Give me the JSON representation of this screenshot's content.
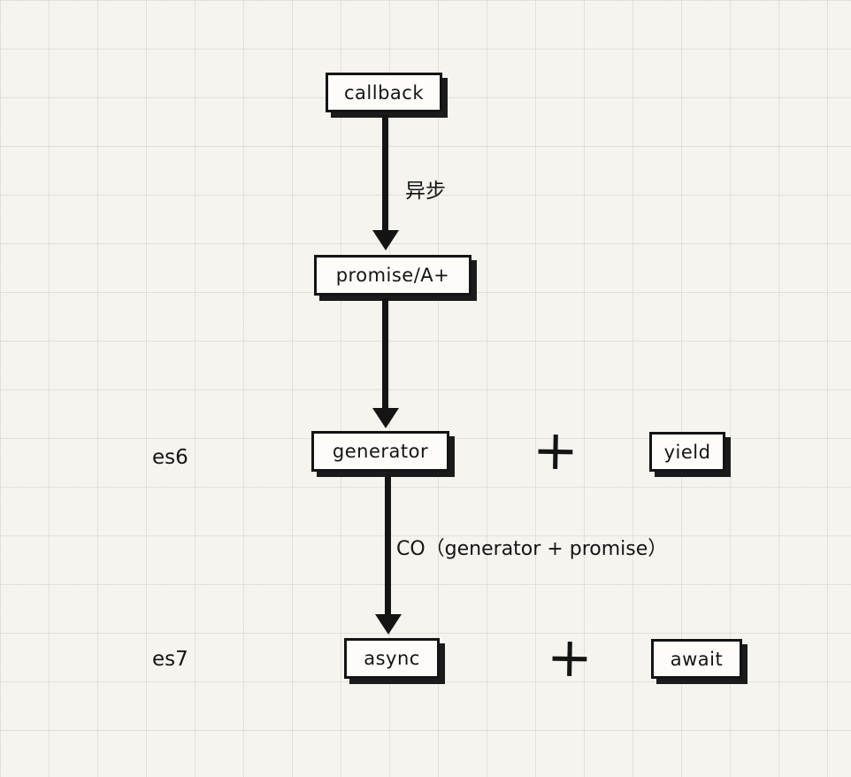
{
  "diagram": {
    "nodes": {
      "callback": {
        "label": "callback"
      },
      "promise": {
        "label": "promise/A+"
      },
      "generator": {
        "label": "generator"
      },
      "yield": {
        "label": "yield"
      },
      "async": {
        "label": "async"
      },
      "await": {
        "label": "await"
      }
    },
    "edges": {
      "callback_to_promise": {
        "label": "异步"
      },
      "promise_to_generator": {
        "label": ""
      },
      "generator_to_async": {
        "label": "CO（generator + promise）"
      }
    },
    "row_labels": {
      "es6": "es6",
      "es7": "es7"
    },
    "operators": {
      "plus": "+"
    },
    "colors": {
      "background": "#f6f4ef",
      "grid": "#e3e1d8",
      "ink": "#141414",
      "node_fill": "#fdfcf9"
    }
  }
}
